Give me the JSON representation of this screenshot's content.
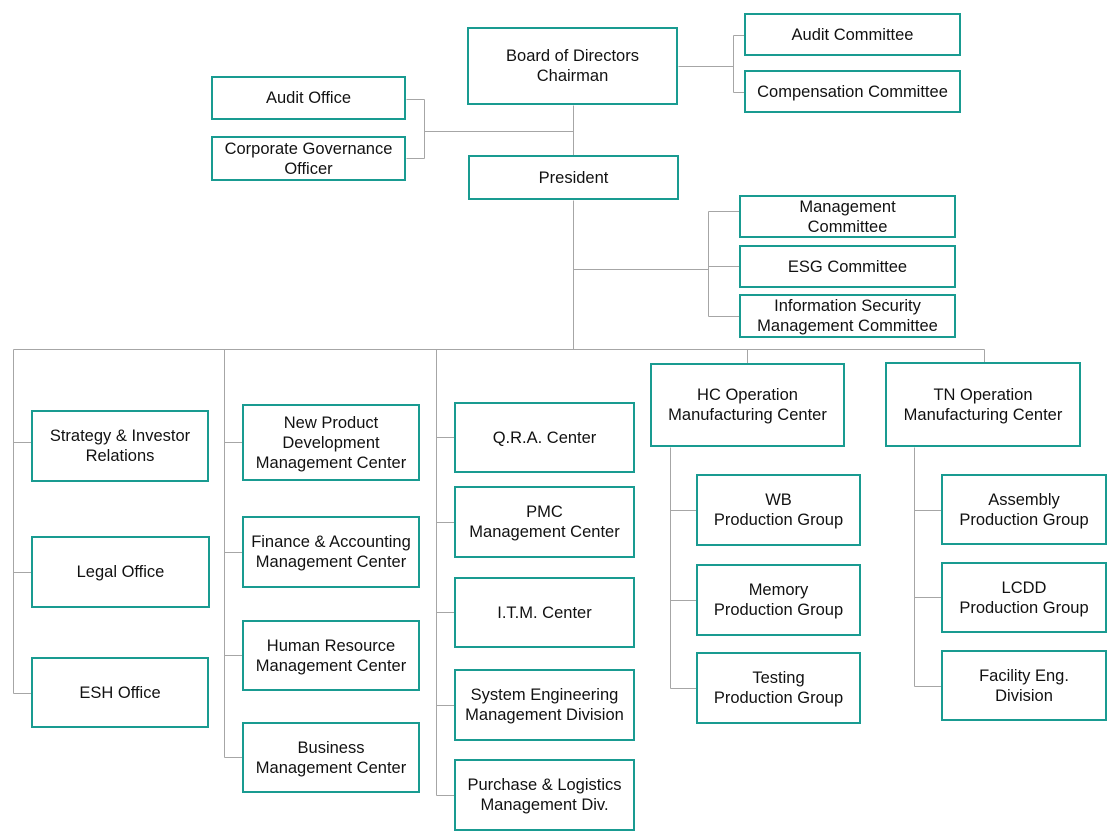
{
  "colors": {
    "box_border": "#199b91",
    "connector": "#a6a6a6",
    "text": "#111111"
  },
  "nodes": {
    "board": "Board of Directors\nChairman",
    "audit_committee": "Audit Committee",
    "compensation_committee": "Compensation Committee",
    "audit_office": "Audit Office",
    "corp_gov_officer": "Corporate Governance\nOfficer",
    "president": "President",
    "management_committee": "Management\nCommittee",
    "esg_committee": "ESG Committee",
    "info_security_committee": "Information Security\nManagement Committee",
    "strategy_ir": "Strategy & Investor\nRelations",
    "legal_office": "Legal Office",
    "esh_office": "ESH Office",
    "new_product_dev": "New Product\nDevelopment\nManagement Center",
    "finance_accounting": "Finance & Accounting\nManagement Center",
    "human_resource": "Human Resource\nManagement Center",
    "business_mgmt": "Business\nManagement Center",
    "qra_center": "Q.R.A. Center",
    "pmc_center": "PMC\nManagement Center",
    "itm_center": "I.T.M. Center",
    "system_eng": "System Engineering\nManagement Division",
    "purchase_logistics": "Purchase & Logistics\nManagement Div.",
    "hc_operation": "HC Operation\nManufacturing Center",
    "wb_production": "WB\nProduction Group",
    "memory_production": "Memory\nProduction Group",
    "testing_production": "Testing\nProduction Group",
    "tn_operation": "TN Operation\nManufacturing Center",
    "assembly_production": "Assembly\nProduction Group",
    "lcdd_production": "LCDD\nProduction Group",
    "facility_eng": "Facility Eng.\nDivision"
  }
}
